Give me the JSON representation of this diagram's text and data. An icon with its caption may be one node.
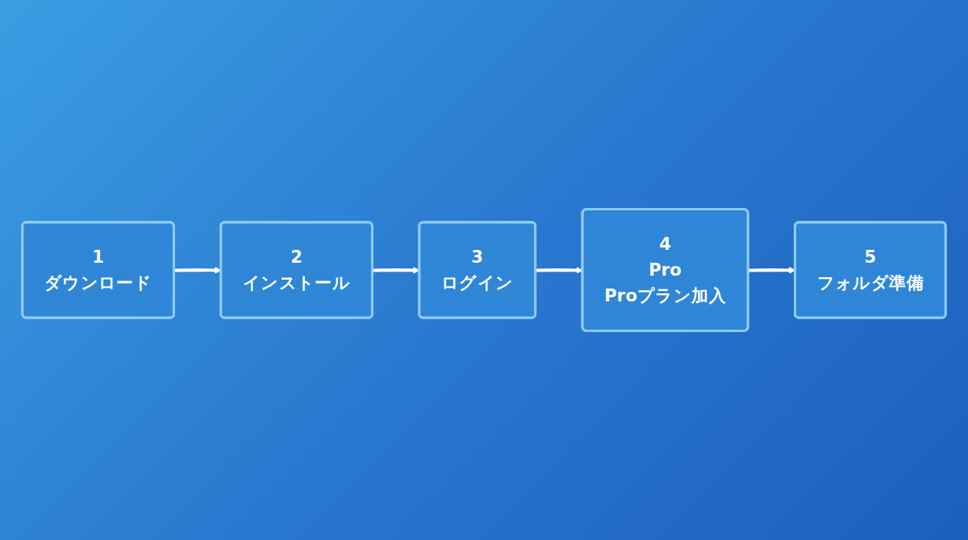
{
  "diagram": {
    "nodes": [
      {
        "text": [
          "1",
          "ダウンロード"
        ]
      },
      {
        "text": [
          "2",
          "インストール"
        ]
      },
      {
        "text": [
          "3",
          "ログイン"
        ]
      },
      {
        "text": [
          "4",
          "Pro",
          "Proプラン加入"
        ]
      },
      {
        "text": [
          "5",
          "フォルダ準備"
        ]
      }
    ],
    "edges": [
      {
        "from": 0,
        "to": 1,
        "arrow": "to"
      },
      {
        "from": 1,
        "to": 2,
        "arrow": "to"
      },
      {
        "from": 2,
        "to": 3,
        "arrow": "to"
      },
      {
        "from": 3,
        "to": 4,
        "arrow": "to"
      }
    ]
  }
}
